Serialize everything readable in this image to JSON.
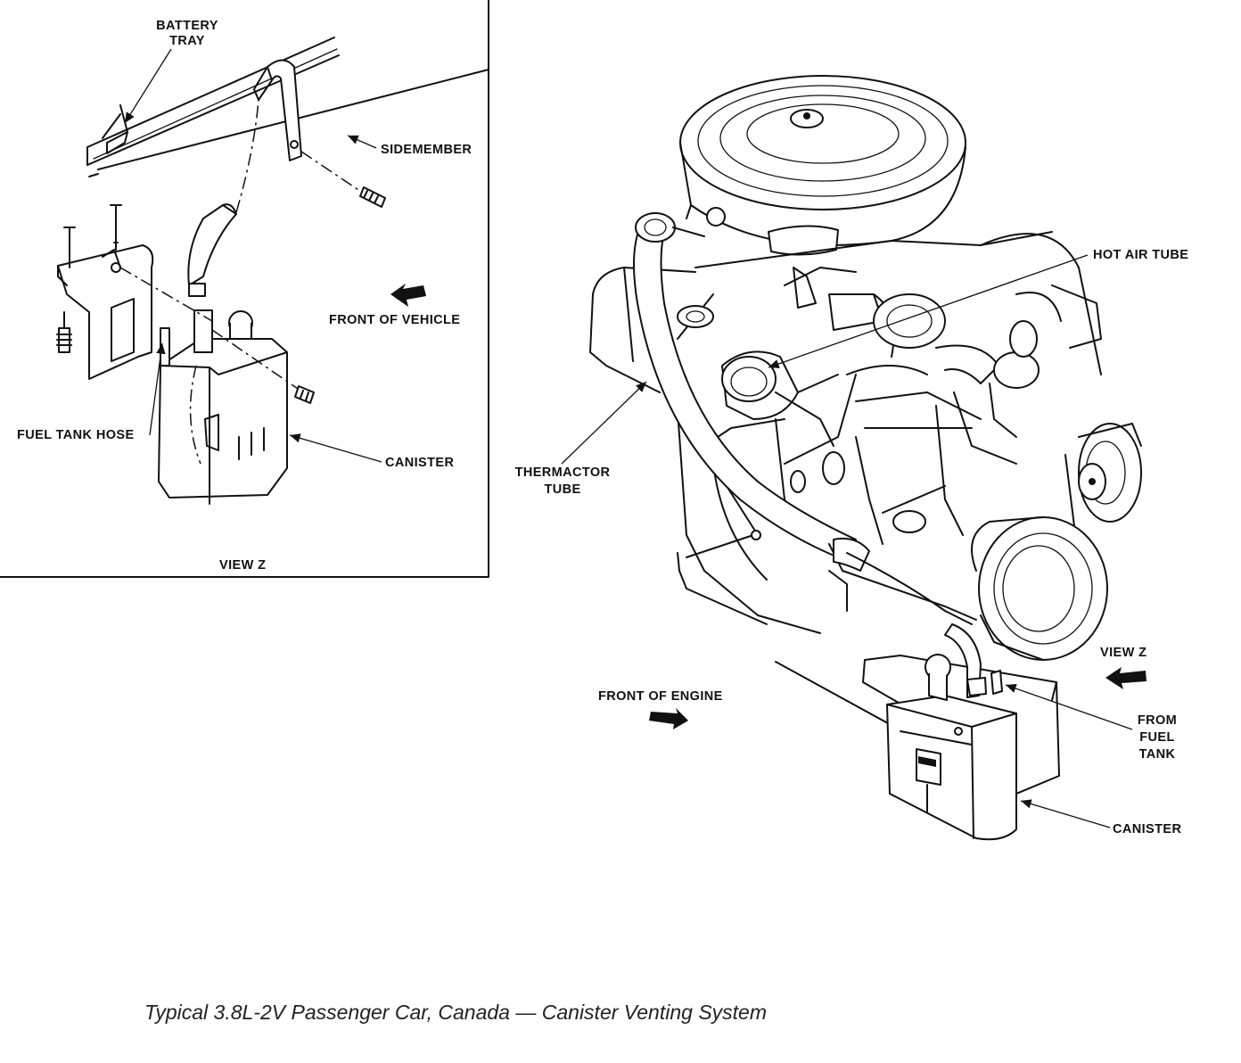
{
  "inset": {
    "battery_tray_line1": "BATTERY",
    "battery_tray_line2": "TRAY",
    "sidemember": "SIDEMEMBER",
    "front_of_vehicle": "FRONT OF VEHICLE",
    "fuel_tank_hose": "FUEL TANK HOSE",
    "canister": "CANISTER",
    "view_label": "VIEW Z"
  },
  "main": {
    "hot_air_tube": "HOT AIR TUBE",
    "thermactor_line1": "THERMACTOR",
    "thermactor_line2": "TUBE",
    "view_label": "VIEW Z",
    "front_of_engine": "FRONT OF ENGINE",
    "from_fuel_tank_line1": "FROM",
    "from_fuel_tank_line2": "FUEL",
    "from_fuel_tank_line3": "TANK",
    "canister": "CANISTER"
  },
  "caption": "Typical 3.8L-2V Passenger Car, Canada — Canister Venting System",
  "colors": {
    "ink": "#111111",
    "paper": "#ffffff"
  }
}
